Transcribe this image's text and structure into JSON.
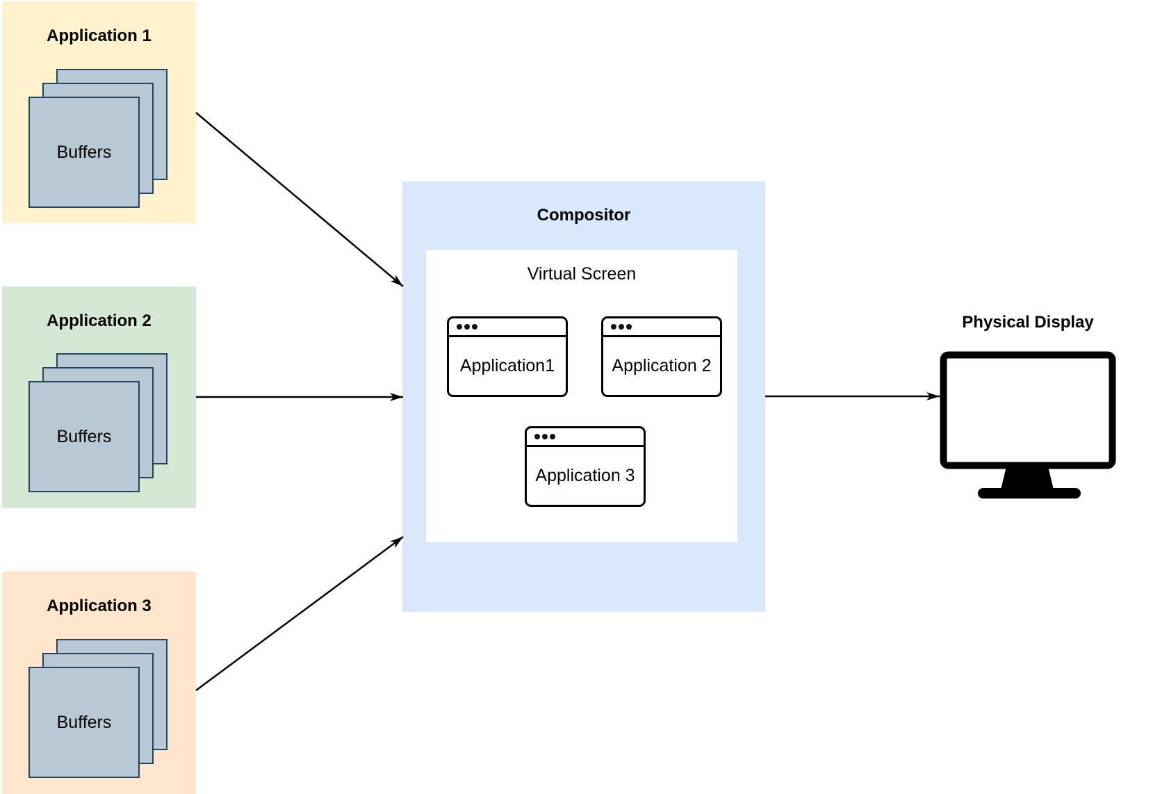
{
  "colors": {
    "app1_bg": "#FFF2CC",
    "app2_bg": "#D5E8D4",
    "app3_bg": "#FFE6CC",
    "compositor_bg": "#DAE8FC",
    "virtual_screen_bg": "#FFFFFF",
    "buffer_fill": "#B9C8D5",
    "buffer_border": "#23445D",
    "line_color": "#000000"
  },
  "applications": [
    {
      "title": "Application 1",
      "buffers_label": "Buffers"
    },
    {
      "title": "Application 2",
      "buffers_label": "Buffers"
    },
    {
      "title": "Application 3",
      "buffers_label": "Buffers"
    }
  ],
  "compositor": {
    "title": "Compositor",
    "virtual_screen": {
      "title": "Virtual Screen",
      "windows": [
        {
          "label": "Application1"
        },
        {
          "label": "Application 2"
        },
        {
          "label": "Application 3"
        }
      ]
    }
  },
  "physical_display": {
    "title": "Physical Display"
  }
}
